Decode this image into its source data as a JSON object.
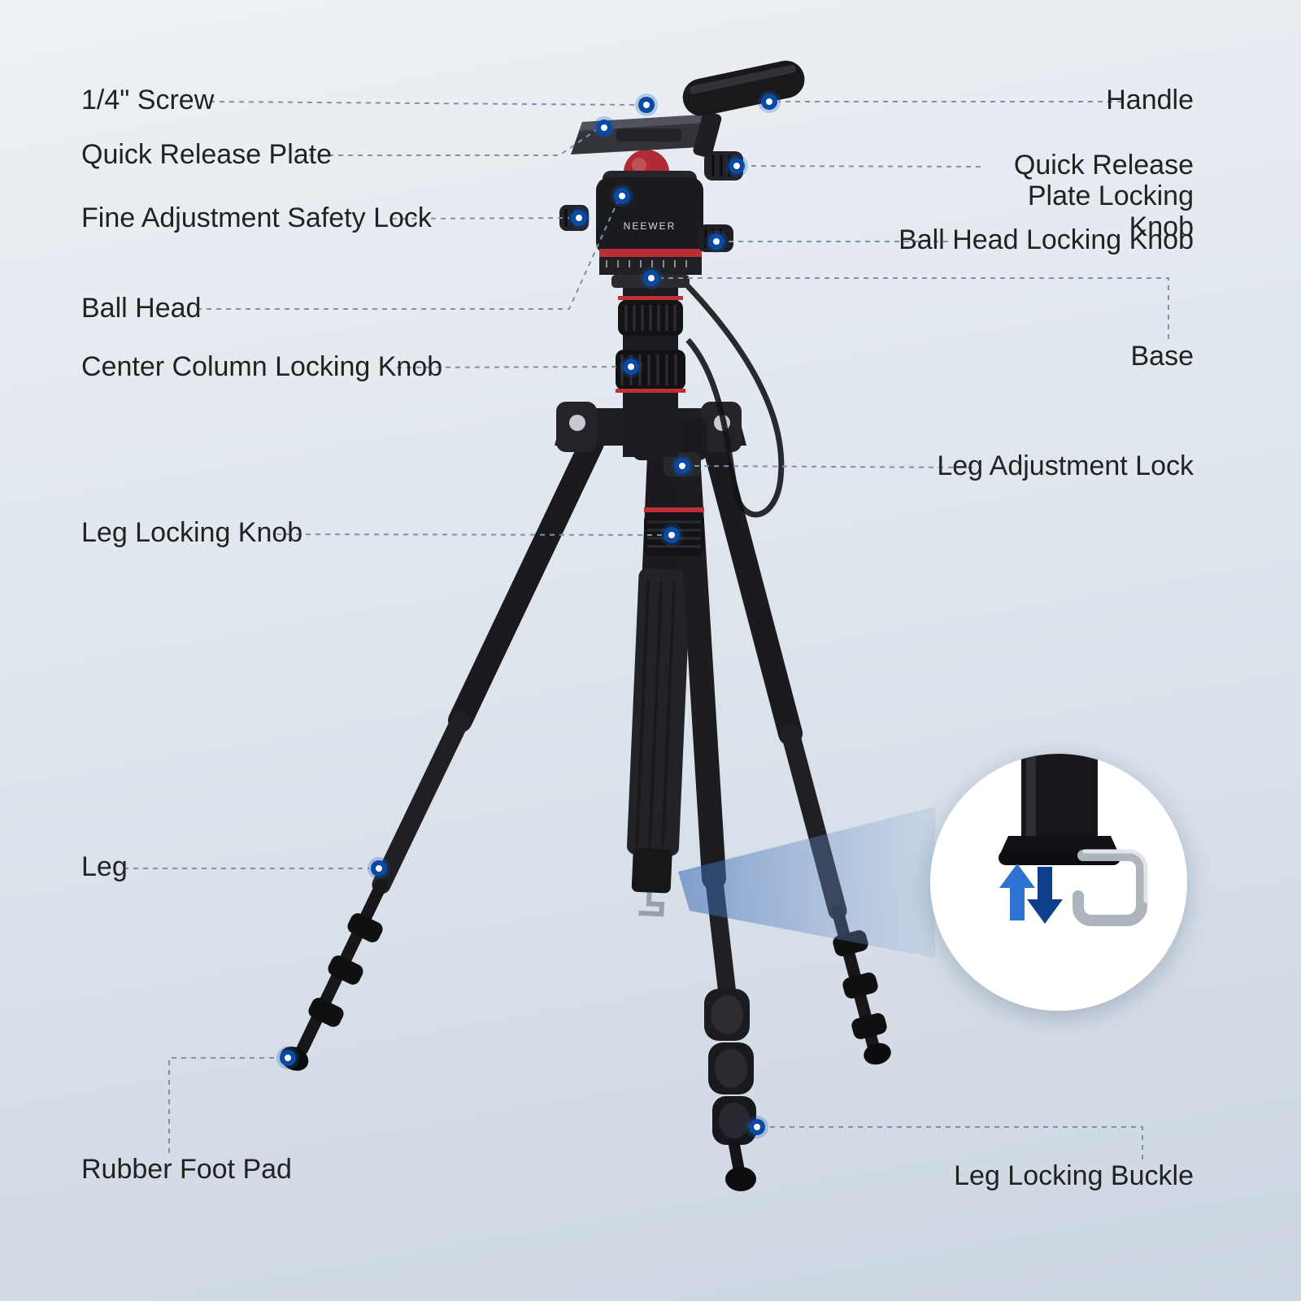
{
  "brand": "NEEWER",
  "labels": {
    "left": [
      {
        "text": "1/4\" Screw"
      },
      {
        "text": "Quick Release Plate"
      },
      {
        "text": "Fine Adjustment Safety Lock"
      },
      {
        "text": "Ball Head"
      },
      {
        "text": "Center Column Locking Knob"
      },
      {
        "text": "Leg Locking Knob"
      },
      {
        "text": "Leg"
      },
      {
        "text": "Rubber Foot Pad"
      }
    ],
    "right": [
      {
        "text": "Handle"
      },
      {
        "text": "Quick Release Plate Locking Knob"
      },
      {
        "text": "Ball Head Locking Knob"
      },
      {
        "text": "Base"
      },
      {
        "text": "Leg Adjustment Lock"
      },
      {
        "text": "Leg Locking Buckle"
      }
    ]
  },
  "colors": {
    "label_text": "#222222",
    "leader_line": "#7d93ad",
    "anchor_dot_blue": "#0b4aa2",
    "tripod_accent_red": "#bf2f38",
    "tripod_black": "#1b1b1f",
    "background_top": "#eef1f5",
    "background_bottom": "#ccd6e2"
  }
}
